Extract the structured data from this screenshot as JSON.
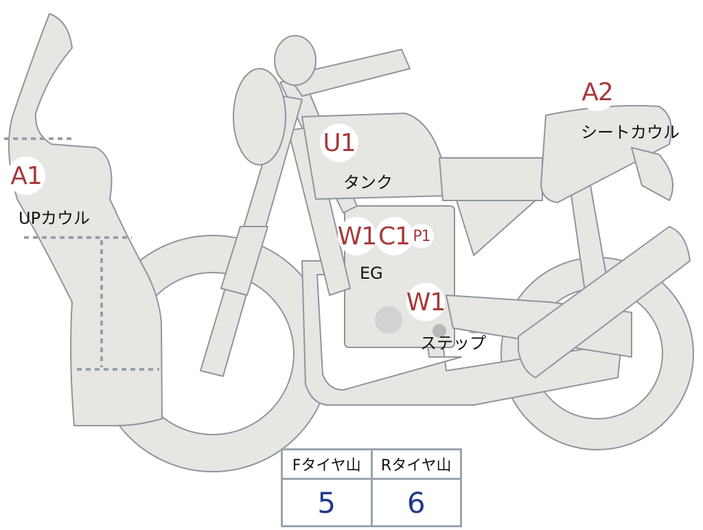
{
  "parts": [
    {
      "code": "A1",
      "name": "UPカウル"
    },
    {
      "code": "U1",
      "name": "タンク"
    },
    {
      "code": "A2",
      "name": "シートカウル"
    },
    {
      "code": "W1",
      "name": "EG"
    },
    {
      "code": "C1"
    },
    {
      "code": "P1"
    },
    {
      "code": "W1",
      "name": "ステップ"
    }
  ],
  "tire_table": {
    "headers": [
      "Fタイヤ山",
      "Rタイヤ山"
    ],
    "values": [
      "5",
      "6"
    ]
  },
  "colors": {
    "body_fill": "#e6e6e3",
    "outline": "#8f9598",
    "dashed_line": "#9aa0a4",
    "code_text": "#a83a3a",
    "value_text": "#1f3a8a"
  }
}
